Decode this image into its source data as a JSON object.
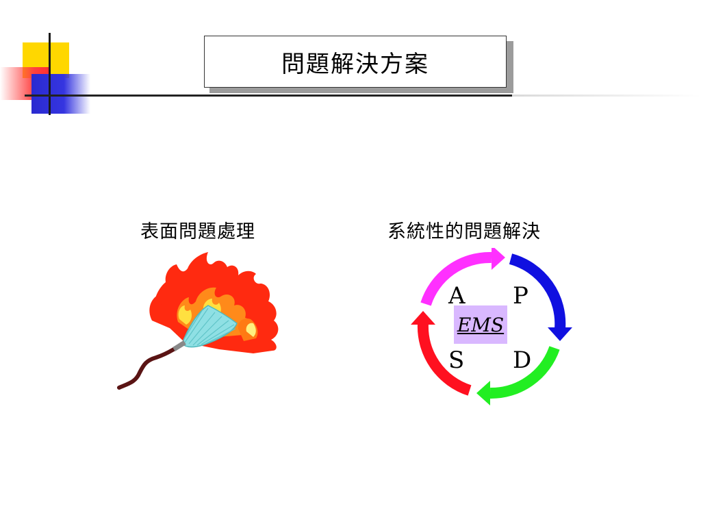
{
  "slide": {
    "title": "問題解決方案",
    "left_label": "表面問題處理",
    "right_label": "系統性的問題解決",
    "cycle": {
      "steps": [
        "P",
        "D",
        "S",
        "A"
      ],
      "center": "EMS"
    }
  },
  "colors": {
    "yellow": "#ffd700",
    "red": "#ff3030",
    "blue": "#2a2ad0",
    "arrow_blue": "#1010e0",
    "arrow_green": "#22ee22",
    "arrow_red": "#ff1020",
    "arrow_magenta": "#ff30ff",
    "ems_fill": "#d9b8ff"
  }
}
